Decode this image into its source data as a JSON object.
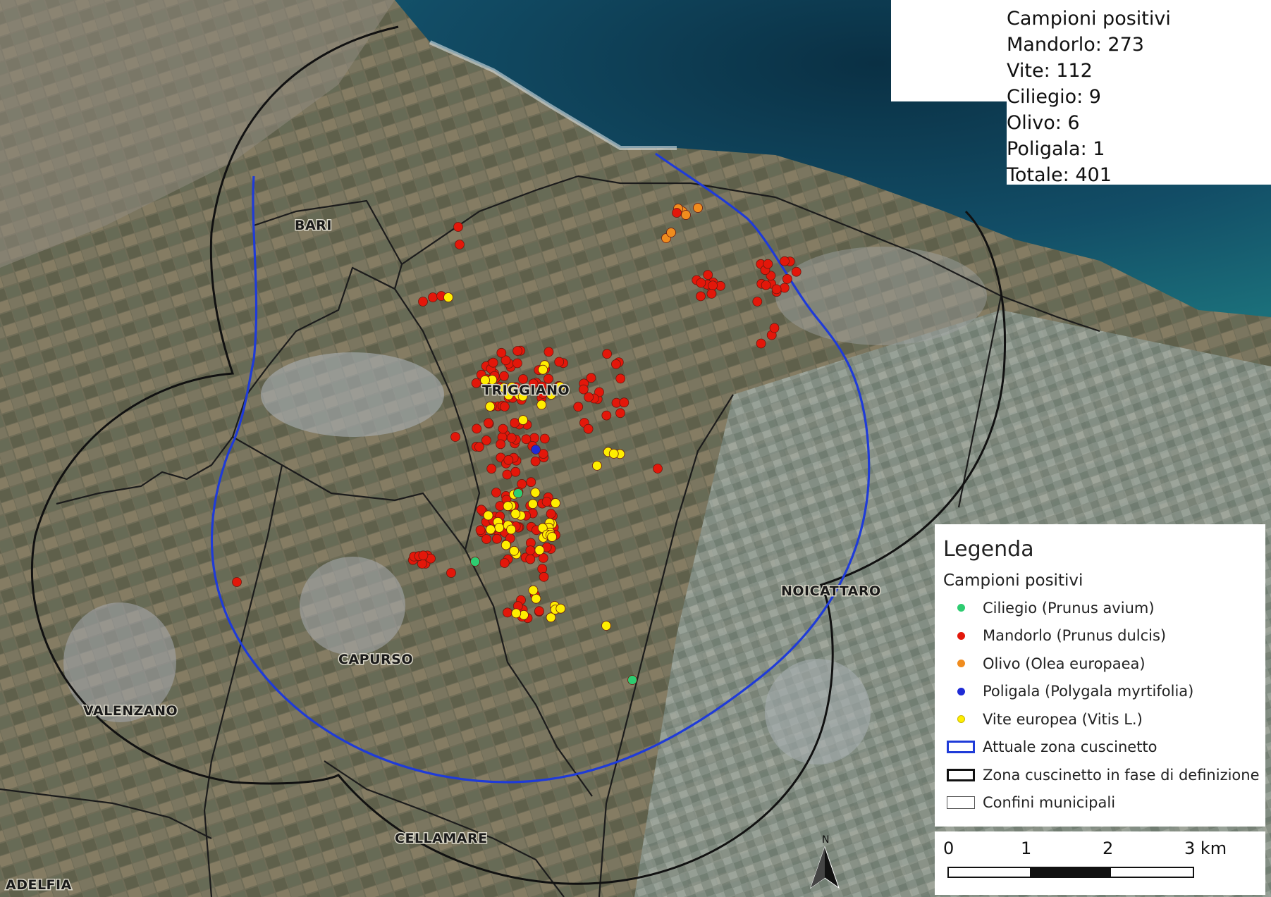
{
  "summary": {
    "title": "Campioni positivi",
    "lines": [
      "Mandorlo: 273",
      "Vite: 112",
      "Ciliegio: 9",
      "Olivo: 6",
      "Poligala: 1",
      "Totale: 401"
    ]
  },
  "places": [
    {
      "label": "BARI"
    },
    {
      "label": "TRIGGIANO"
    },
    {
      "label": "NOICATTARO"
    },
    {
      "label": "CAPURSO"
    },
    {
      "label": "VALENZANO"
    },
    {
      "label": "CELLAMARE"
    },
    {
      "label": "ADELFIA"
    }
  ],
  "legend": {
    "title": "Legenda",
    "subtitle": "Campioni positivi",
    "items": [
      {
        "label": "Ciliegio (Prunus avium)",
        "color": "#2ecc71",
        "type": "dot"
      },
      {
        "label": "Mandorlo (Prunus dulcis)",
        "color": "#e3170a",
        "type": "dot"
      },
      {
        "label": "Olivo (Olea europaea)",
        "color": "#f08c1e",
        "type": "dot"
      },
      {
        "label": "Poligala (Polygala myrtifolia)",
        "color": "#1f2bd6",
        "type": "dot"
      },
      {
        "label": "Vite europea (Vitis L.)",
        "color": "#ffee00",
        "type": "dot"
      },
      {
        "label": "Attuale zona cuscinetto",
        "color": "#1f3bd8",
        "type": "box"
      },
      {
        "label": "Zona cuscinetto in fase di definizione",
        "color": "#111111",
        "type": "box"
      },
      {
        "label": "Confini municipali",
        "color": "#555555",
        "type": "thinbox"
      }
    ]
  },
  "scale": {
    "ticks": [
      "0",
      "1",
      "2",
      "3 km"
    ]
  },
  "north": {
    "label": "N"
  },
  "colors": {
    "current_zone": "#1f3bd8",
    "proposed_zone": "#111111",
    "boundary": "#222222",
    "sea": "#0e3f55",
    "land": "#6d6a55"
  }
}
